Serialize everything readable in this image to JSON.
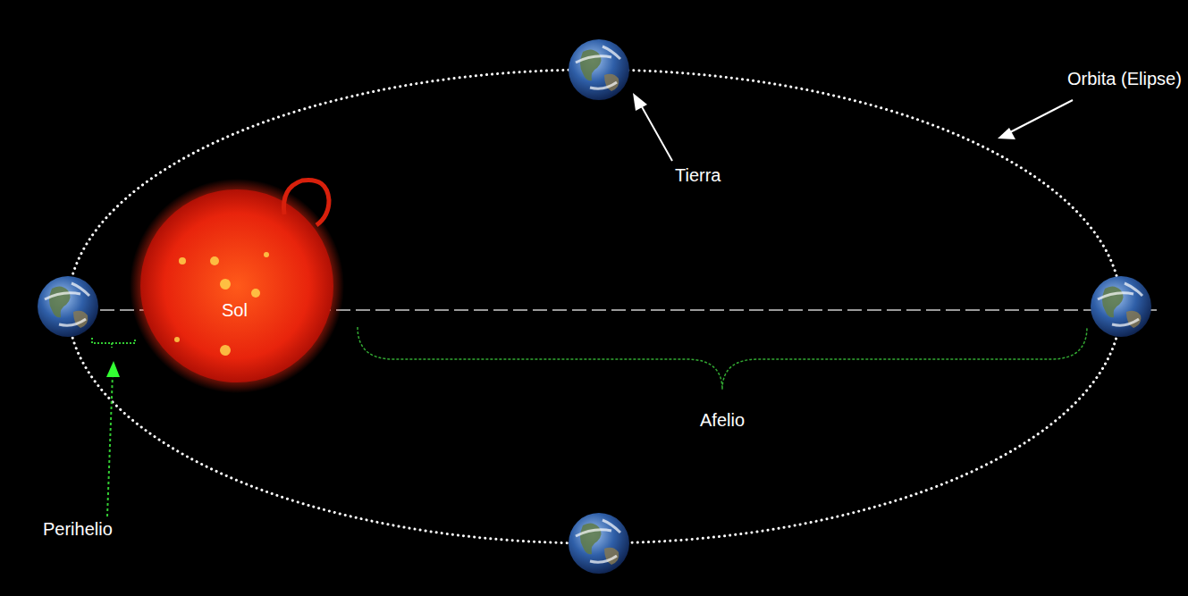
{
  "diagram": {
    "nodes": [
      {
        "text": [
          "Sol"
        ]
      }
    ],
    "labels": [
      "Orbita (Elipse)",
      "Tierra",
      "Afelio",
      "Perihelio"
    ]
  }
}
